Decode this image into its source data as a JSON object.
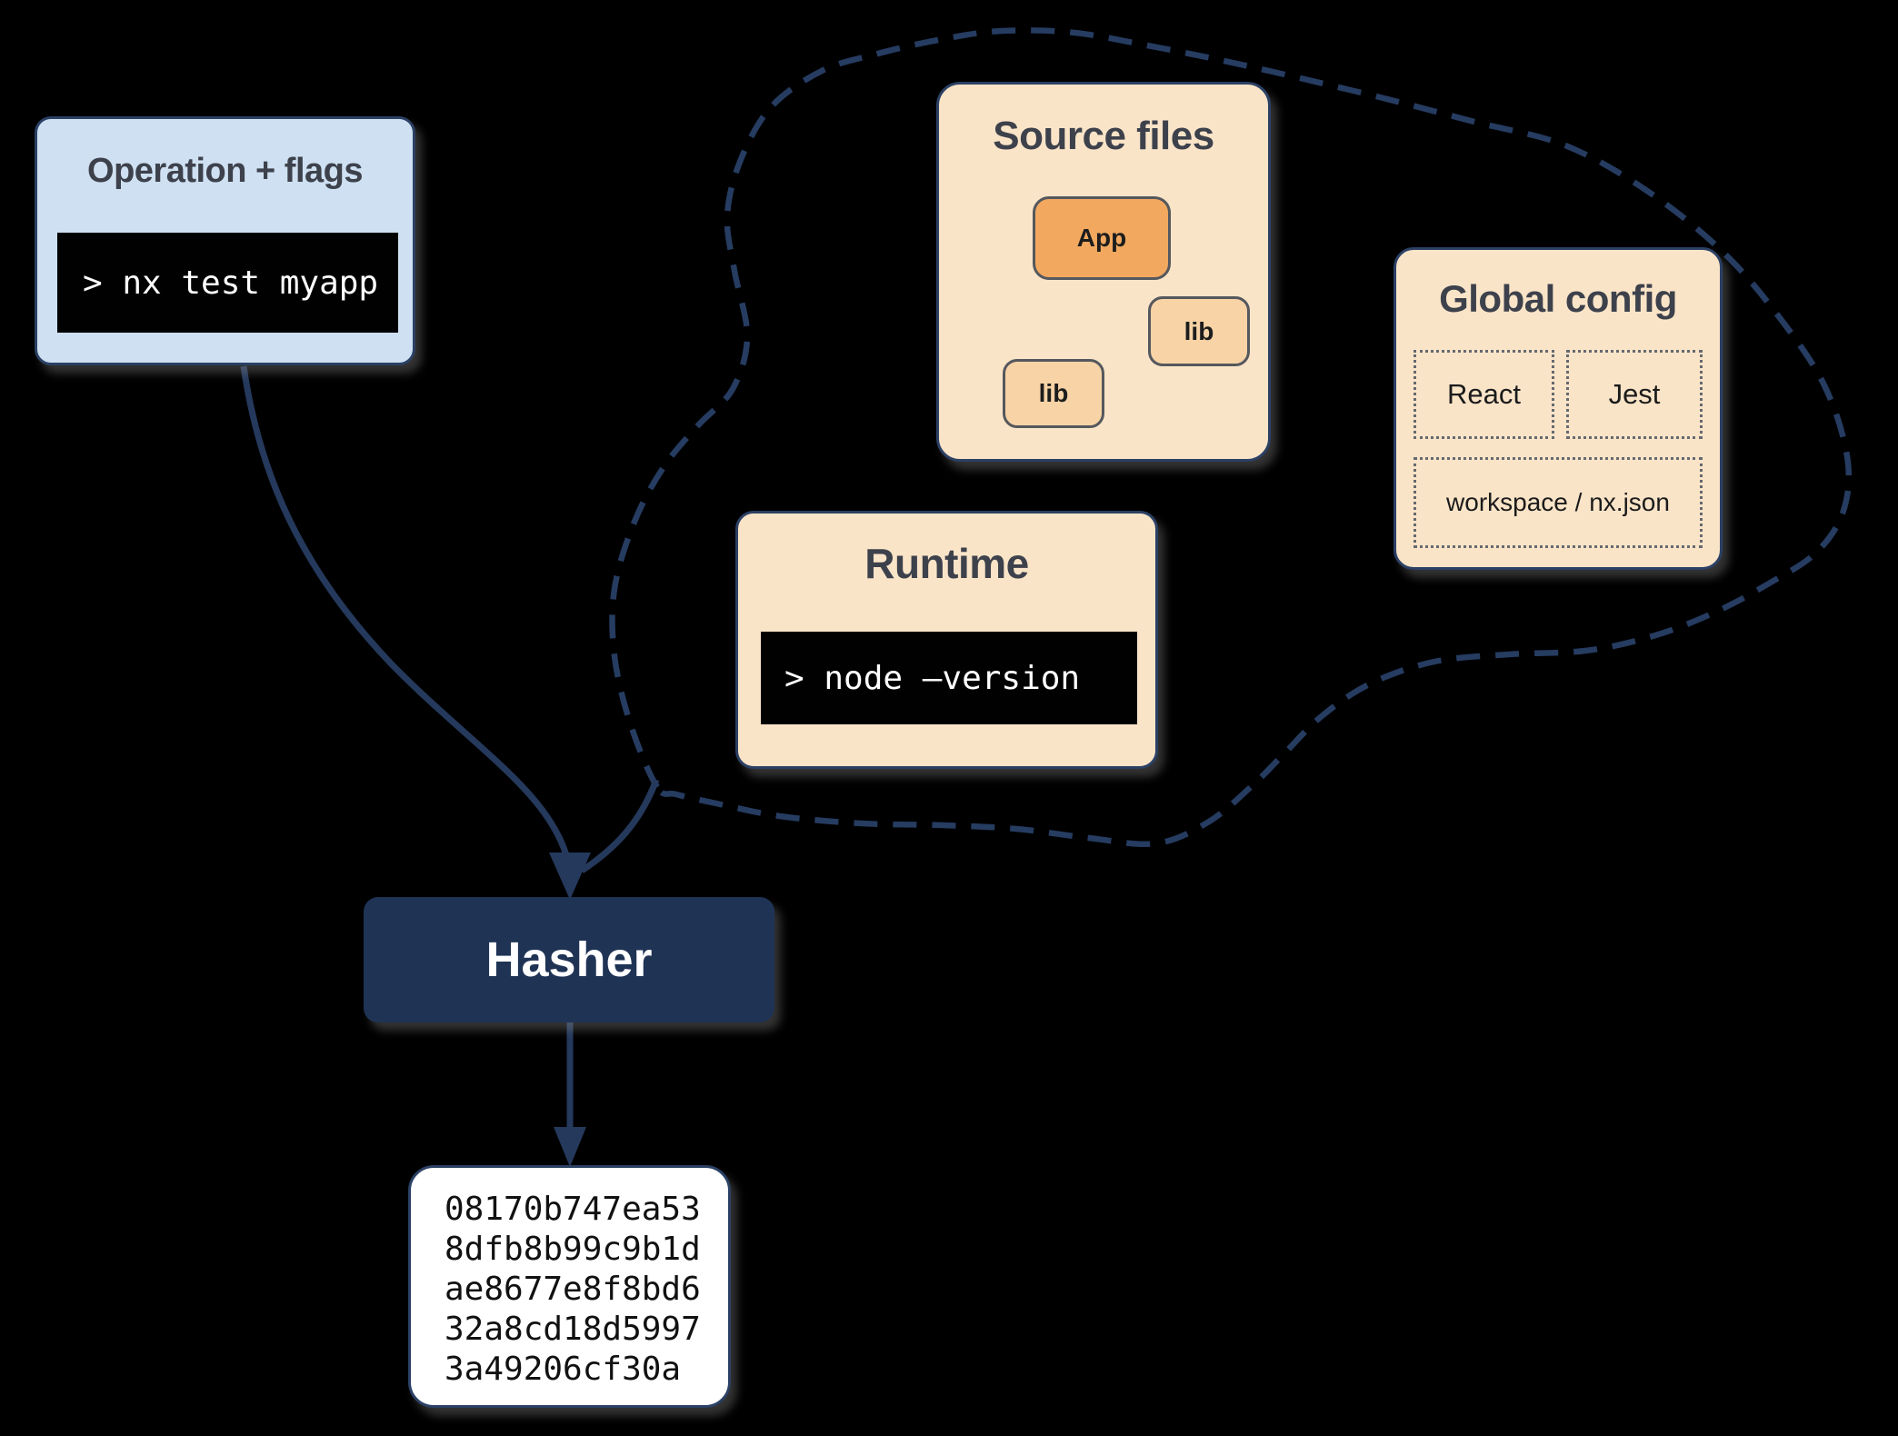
{
  "colors": {
    "navy": "#25395C",
    "light_blue": "#CEE0F2",
    "peach": "#FAE4C8",
    "orange": "#F2A95F",
    "light_orange": "#F7D3A6",
    "terminal_bg": "#010101",
    "terminal_text": "#FFFFFF",
    "title_text": "#3D414B",
    "node_border": "#55585D",
    "gray_arrow": "#595C61"
  },
  "operation_box": {
    "title": "Operation + flags",
    "command": "> nx test myapp"
  },
  "source_files": {
    "title": "Source files",
    "app_label": "App",
    "lib1_label": "lib",
    "lib2_label": "lib"
  },
  "runtime": {
    "title": "Runtime",
    "command": "> node –version"
  },
  "global_config": {
    "title": "Global config",
    "item1": "React",
    "item2": "Jest",
    "item3": "workspace / nx.json"
  },
  "hasher": {
    "label": "Hasher"
  },
  "hash_output": {
    "lines": [
      "08170b747ea53",
      "8dfb8b99c9b1d",
      "ae8677e8f8bd6",
      "32a8cd18d5997",
      "3a49206cf30a"
    ]
  }
}
